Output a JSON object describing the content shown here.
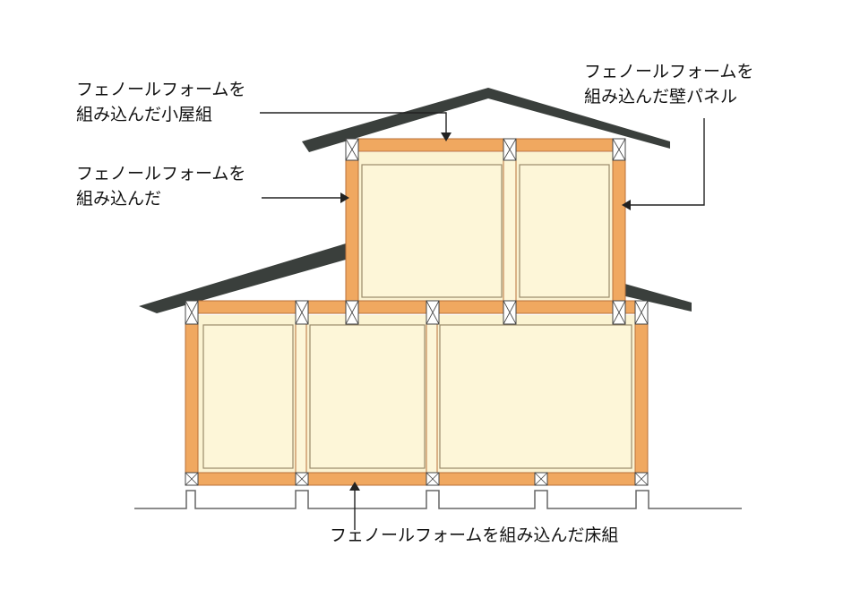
{
  "labels": {
    "roof_truss": {
      "line1": "フェノールフォームを",
      "line2": "組み込んだ小屋組"
    },
    "wall_left": {
      "line1": "フェノールフォームを",
      "line2": "組み込んだ"
    },
    "wall_panel": {
      "line1": "フェノールフォームを",
      "line2": "組み込んだ壁パネル"
    },
    "floor": {
      "line1": "フェノールフォームを組み込んだ床組"
    }
  },
  "colors": {
    "frame": "#f0a860",
    "frame_edge": "#b8703a",
    "panel": "#fdf6d8",
    "roof": "#3a3f3c",
    "line": "#222222"
  }
}
